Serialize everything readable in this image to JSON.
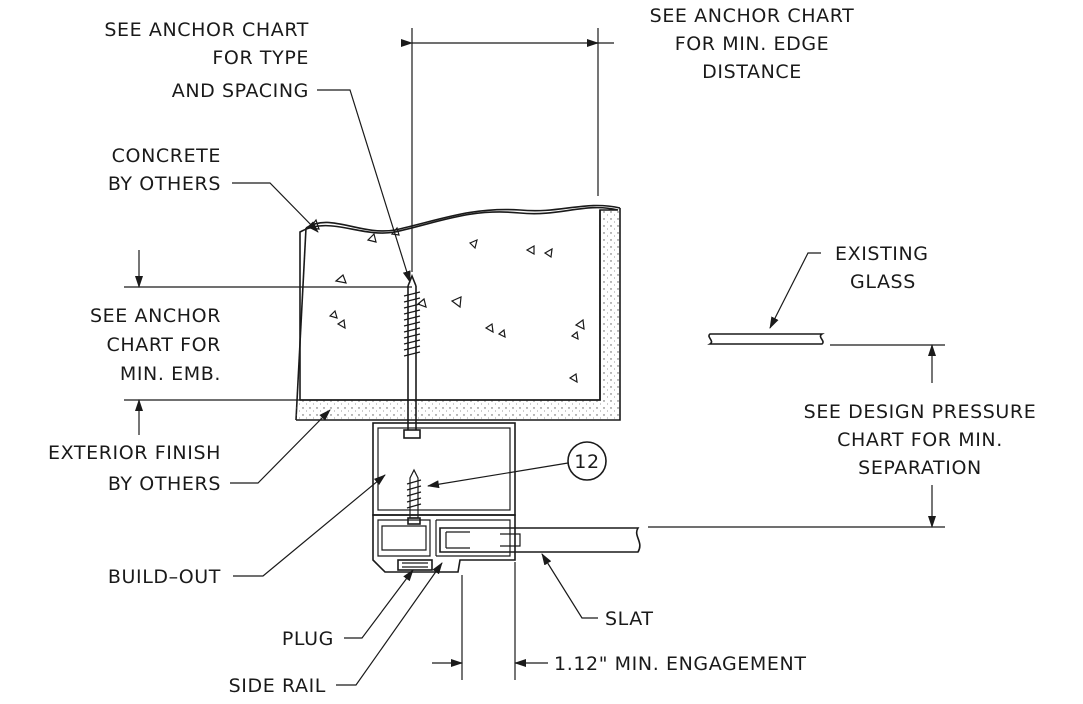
{
  "labels": {
    "anchor_type_line1": "SEE ANCHOR CHART",
    "anchor_type_line2": "FOR TYPE",
    "anchor_type_line3": "AND SPACING",
    "edge_line1": "SEE ANCHOR CHART",
    "edge_line2": "FOR MIN. EDGE",
    "edge_line3": "DISTANCE",
    "concrete_line1": "CONCRETE",
    "concrete_line2": "BY OTHERS",
    "emb_line1": "SEE ANCHOR",
    "emb_line2": "CHART FOR",
    "emb_line3": "MIN. EMB.",
    "finish_line1": "EXTERIOR FINISH",
    "finish_line2": "BY OTHERS",
    "buildout": "BUILD–OUT",
    "plug": "PLUG",
    "side_rail": "SIDE RAIL",
    "glass_line1": "EXISTING",
    "glass_line2": "GLASS",
    "pressure_line1": "SEE DESIGN PRESSURE",
    "pressure_line2": "CHART FOR MIN.",
    "pressure_line3": "SEPARATION",
    "slat": "SLAT",
    "engagement": "1.12\" MIN. ENGAGEMENT",
    "callout_number": "12"
  }
}
